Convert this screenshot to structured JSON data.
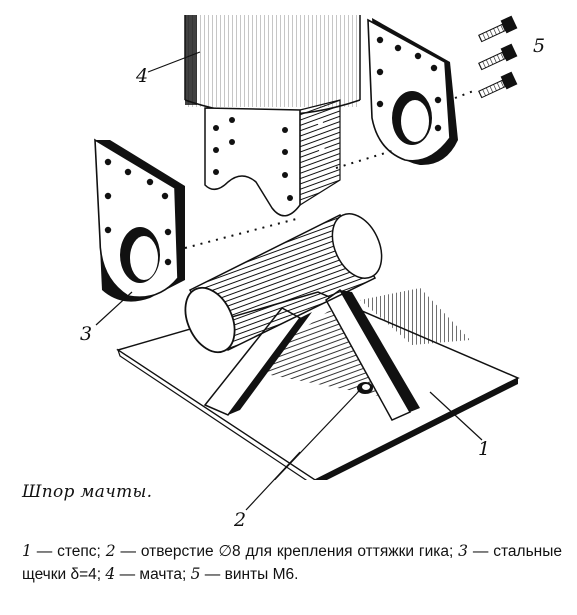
{
  "figure": {
    "callouts": [
      "1",
      "2",
      "3",
      "4",
      "5"
    ],
    "title": "Шпор мачты.",
    "caption": [
      {
        "num": "1",
        "text": " — степс; "
      },
      {
        "num": "2",
        "text": " — отверстие ∅8 для крепления оттяжки гика; "
      },
      {
        "num": "3",
        "text": " — стальные щечки δ=4; "
      },
      {
        "num": "4",
        "text": " — мачта; "
      },
      {
        "num": "5",
        "text": " — винты М6."
      }
    ]
  },
  "colors": {
    "ink": "#111111",
    "paper": "#ffffff"
  }
}
